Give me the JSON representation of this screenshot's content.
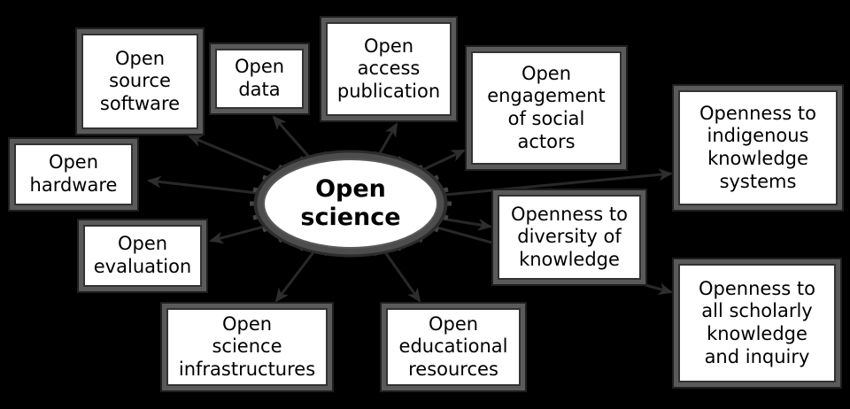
{
  "diagram": {
    "title": "Open science",
    "background_color": "#000000",
    "node_fill_color": "#ffffff",
    "node_frame_color": "#5a5a5a",
    "node_border_color": "#333333",
    "text_color": "#000000",
    "arrow_color": "#2e2e2e",
    "ellipse_ring_color": "#4d4d4d",
    "nodes": [
      {
        "id": "open-source-software",
        "label": "Open\nsource\nsoftware"
      },
      {
        "id": "open-data",
        "label": "Open\ndata"
      },
      {
        "id": "open-access-publication",
        "label": "Open\naccess\npublication"
      },
      {
        "id": "open-engagement-of-social-actors",
        "label": "Open\nengagement\nof social\nactors"
      },
      {
        "id": "openness-to-indigenous-knowledge-systems",
        "label": "Openness to\nindigenous\nknowledge\nsystems"
      },
      {
        "id": "open-hardware",
        "label": "Open\nhardware"
      },
      {
        "id": "openness-to-diversity-of-knowledge",
        "label": "Openness to\ndiversity of\nknowledge"
      },
      {
        "id": "open-evaluation",
        "label": "Open\nevaluation"
      },
      {
        "id": "openness-to-all-scholarly-knowledge-and-inquiry",
        "label": "Openness to\nall scholarly\nknowledge\nand inquiry"
      },
      {
        "id": "open-science-infrastructures",
        "label": "Open\nscience\ninfrastructures"
      },
      {
        "id": "open-educational-resources",
        "label": "Open\neducational\nresources"
      }
    ]
  }
}
